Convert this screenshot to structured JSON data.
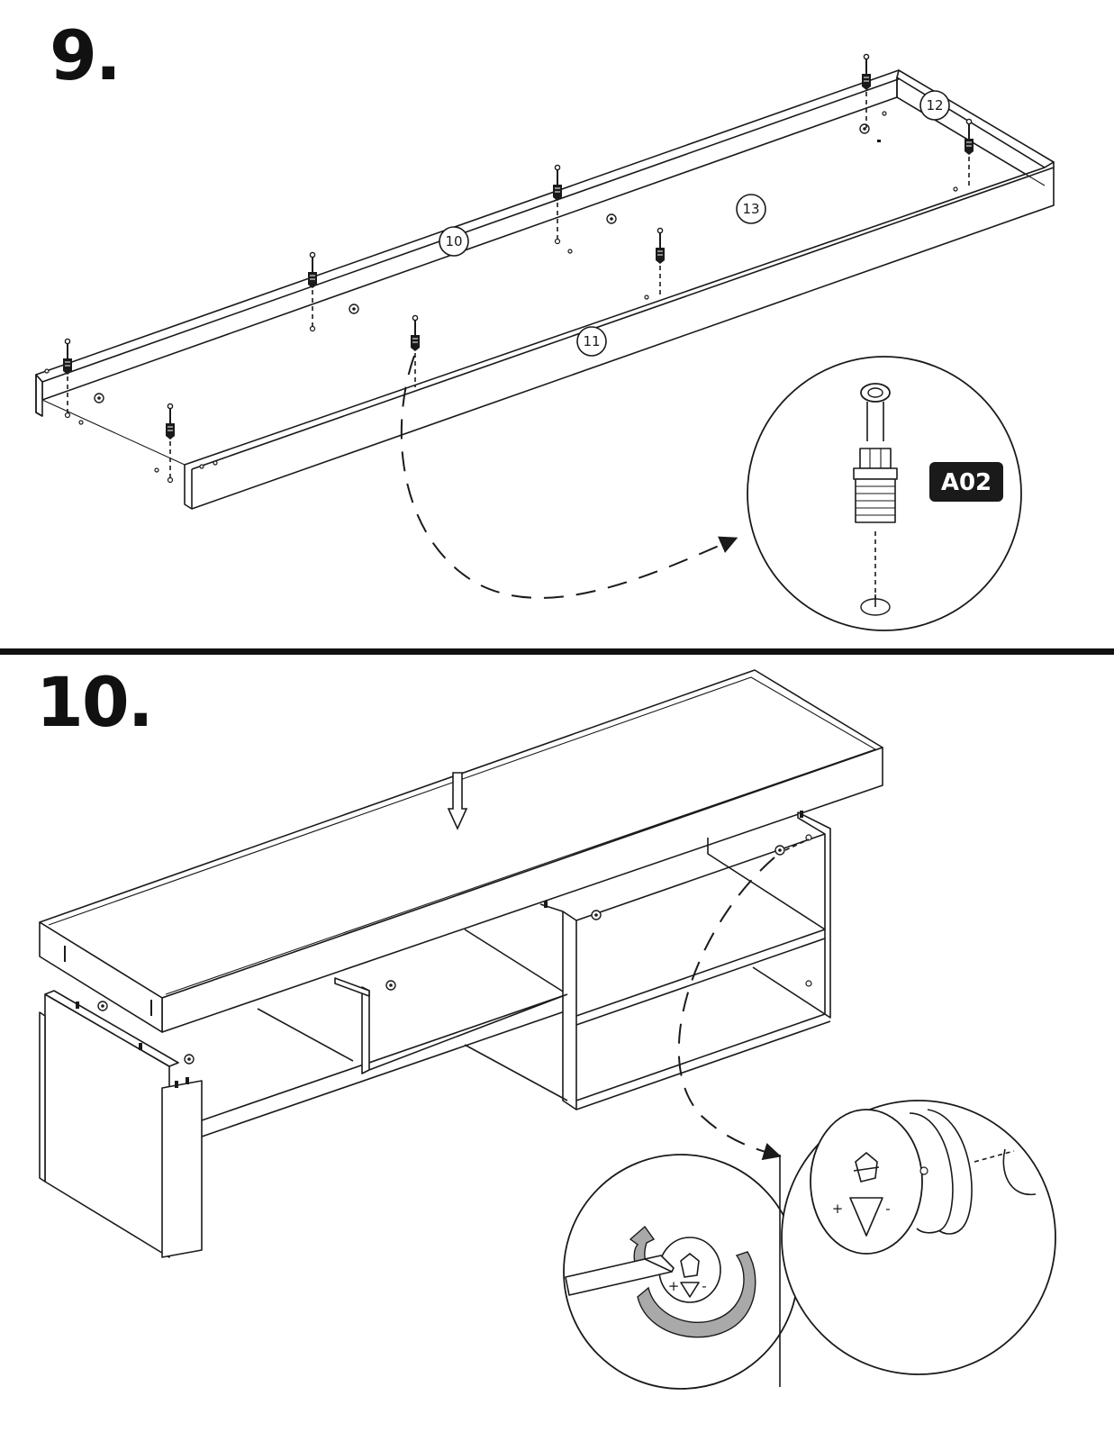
{
  "steps": {
    "step9": {
      "number": "9.",
      "part_labels": {
        "part_10": "10",
        "part_11": "11",
        "part_12": "12",
        "part_13": "13"
      },
      "hardware_code": "A02"
    },
    "step10": {
      "number": "10.",
      "adjust_plus": "+",
      "adjust_minus": "-"
    }
  },
  "colors": {
    "ink": "#1a1a1a",
    "badge": "#1a1a1a",
    "arrow_fill": "#a9a9a9"
  },
  "icons": [
    "dowel-pin-icon",
    "cam-lock-icon",
    "screwdriver-icon",
    "rotate-arrow-icon",
    "down-arrow-icon"
  ]
}
